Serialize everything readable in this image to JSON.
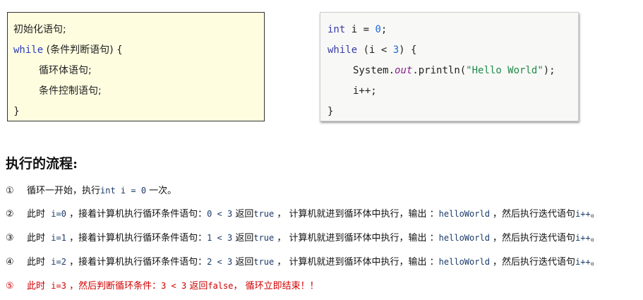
{
  "syntax": [
    "初始化语句;",
    "while",
    "(条件判断语句) {",
    "循环体语句;",
    "条件控制语句;",
    "}"
  ],
  "code": {
    "int": "int",
    "l1": " i = ",
    "zero": "0",
    "semi": ";",
    "while": "while",
    "l2a": " (i < ",
    "three": "3",
    "l2b": ") {",
    "sys": "System.",
    "out": "out",
    "println": ".println(",
    "str": "\"Hello World\"",
    "end": ");",
    "inc": "i++;",
    "close": "}"
  },
  "heading": "执行的流程:",
  "steps": [
    {
      "n": "①",
      "a": "循环一开始，执行",
      "code": "int i = 0",
      "b": " 一次。"
    },
    {
      "n": "②",
      "a": "此时  ",
      "i": "i=0",
      "b": " ，接着计算机执行循环条件语句：",
      "cond": "0 < 3",
      "c": " 返回",
      "t": "true",
      "d": " ， 计算机就进到循环体中执行，输出 ：",
      "hw": "helloWorld",
      "e": " ，然后执行迭代语句",
      "inc": "i++",
      "f": "。"
    },
    {
      "n": "③",
      "a": "此时  ",
      "i": "i=1",
      "b": " ，接着计算机执行循环条件语句：",
      "cond": "1 < 3",
      "c": " 返回",
      "t": "true",
      "d": " ， 计算机就进到循环体中执行，输出 ：",
      "hw": "helloWorld",
      "e": " ，然后执行迭代语句",
      "inc": "i++",
      "f": "。"
    },
    {
      "n": "④",
      "a": "此时  ",
      "i": "i=2",
      "b": " ，接着计算机执行循环条件语句：",
      "cond": "2 < 3",
      "c": " 返回",
      "t": "true",
      "d": " ， 计算机就进到循环体中执行，输出 ：",
      "hw": "helloWorld",
      "e": " ，然后执行迭代语句",
      "inc": "i++",
      "f": "。"
    },
    {
      "n": "⑤",
      "a": "此时  ",
      "i": "i=3",
      "b": " ，然后判断循环条件：",
      "cond": "3 < 3",
      "c": " 返回",
      "t": "false",
      "d": "， 循环立即结束！！"
    }
  ]
}
